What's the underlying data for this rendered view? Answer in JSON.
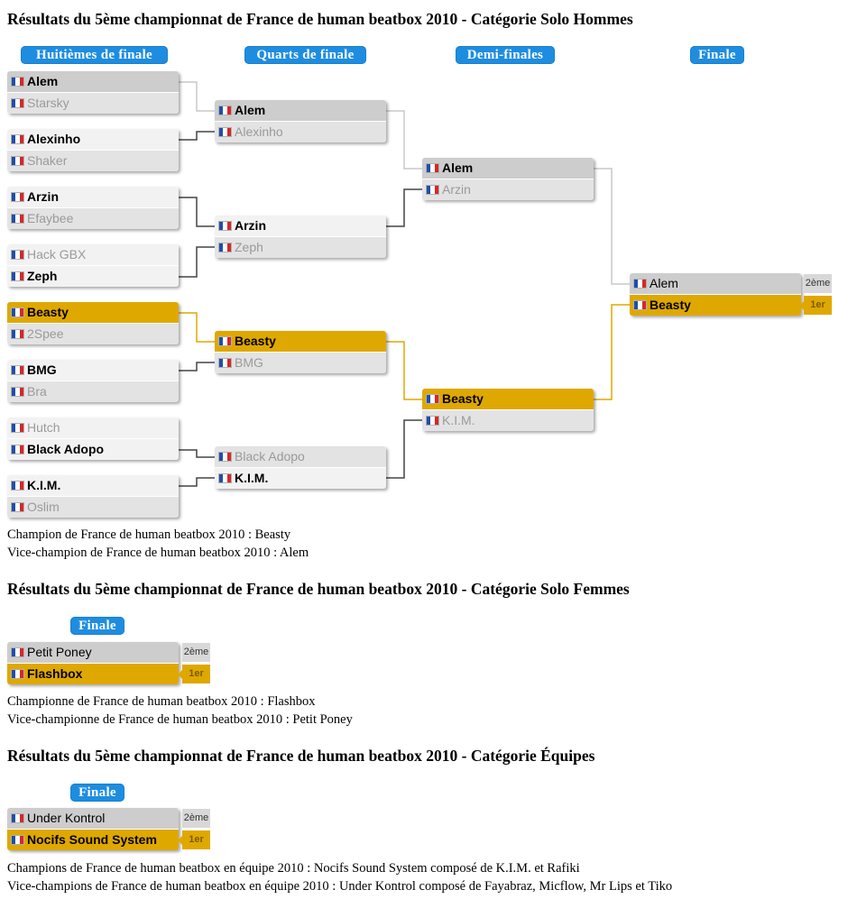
{
  "men": {
    "title": "Résultats du 5ème championnat de France de human beatbox 2010 - Catégorie Solo Hommes",
    "rounds": [
      "Huitièmes de finale",
      "Quarts de finale",
      "Demi-finales",
      "Finale"
    ],
    "r16": [
      [
        "Alem",
        "Starsky"
      ],
      [
        "Alexinho",
        "Shaker"
      ],
      [
        "Arzin",
        "Efaybee"
      ],
      [
        "Hack GBX",
        "Zeph"
      ],
      [
        "Beasty",
        "2Spee"
      ],
      [
        "BMG",
        "Bra"
      ],
      [
        "Hutch",
        "Black Adopo"
      ],
      [
        "K.I.M.",
        "Oslim"
      ]
    ],
    "qf": [
      [
        "Alem",
        "Alexinho"
      ],
      [
        "Arzin",
        "Zeph"
      ],
      [
        "Beasty",
        "BMG"
      ],
      [
        "Black Adopo",
        "K.I.M."
      ]
    ],
    "sf": [
      [
        "Alem",
        "Arzin"
      ],
      [
        "Beasty",
        "K.I.M."
      ]
    ],
    "final": [
      "Alem",
      "Beasty"
    ],
    "place_second": "2ème",
    "place_first": "1er",
    "summary": [
      "Champion de France de human beatbox 2010 : Beasty",
      "Vice-champion de France de human beatbox 2010 : Alem"
    ]
  },
  "women": {
    "title": "Résultats du 5ème championnat de France de human beatbox 2010 - Catégorie Solo Femmes",
    "round": "Finale",
    "final": [
      "Petit Poney",
      "Flashbox"
    ],
    "place_second": "2ème",
    "place_first": "1er",
    "summary": [
      "Championne de France de human beatbox 2010 : Flashbox",
      "Vice-championne de France de human beatbox 2010 : Petit Poney"
    ]
  },
  "teams": {
    "title": "Résultats du 5ème championnat de France de human beatbox 2010 - Catégorie Équipes",
    "round": "Finale",
    "final": [
      "Under Kontrol",
      "Nocifs Sound System"
    ],
    "place_second": "2ème",
    "place_first": "1er",
    "summary": [
      "Champions de France de human beatbox en équipe 2010 : Nocifs Sound System composé de K.I.M. et Rafiki",
      "Vice-champions de France de human beatbox en équipe 2010 : Under Kontrol composé de Fayabraz, Micflow, Mr Lips et Tiko"
    ]
  },
  "colors": {
    "winner_path": "#dfa800",
    "connector": "#444444",
    "connector_light": "#c8c8c8",
    "round_label": "#1e8de0"
  }
}
